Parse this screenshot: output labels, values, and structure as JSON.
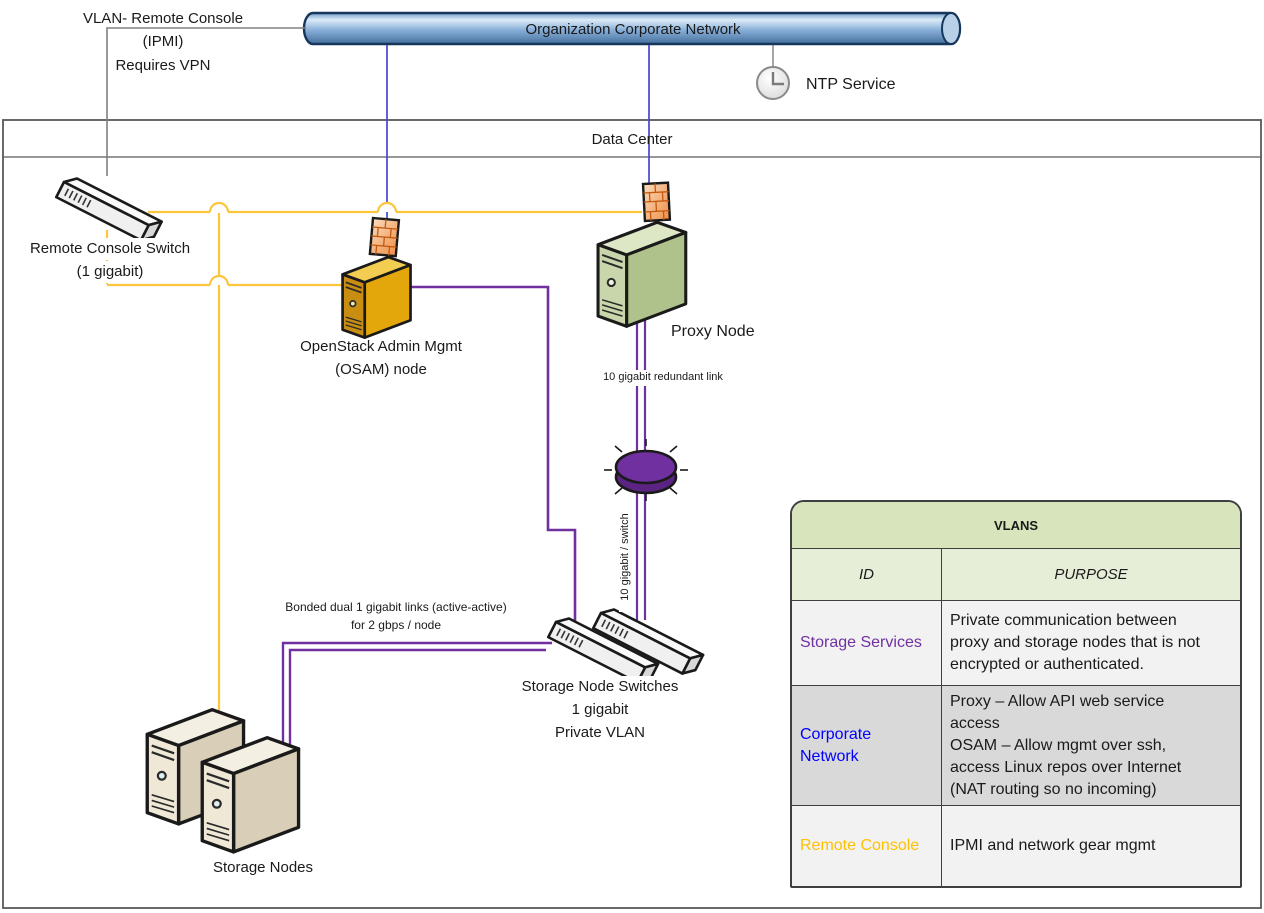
{
  "colors": {
    "yellow_link": "#FBC53C",
    "purple_link": "#7030A0",
    "blue_link": "#4646D0",
    "gray_link": "#808080",
    "diagram_border": "#595959",
    "table_border": "#3F3F3F",
    "table_header_bg": "#D7E4BC",
    "table_subheader_bg": "#E7EED8",
    "table_row_light_bg": "#F2F2F2",
    "table_row_dark_bg": "#D9D9D9",
    "cylinder_fill": "#4F81BD",
    "vlan_hub_fill": "#7030A0"
  },
  "icons": {
    "backbone": "cylinder-pipe-icon",
    "ntp": "clock-icon",
    "remote_console_switch": "network-switch-icon",
    "osam": "server-tower-icon",
    "proxy": "server-tower-icon",
    "firewall": "firewall-brick-icon",
    "storage_hub": "purple-disk-icon",
    "storage_switches": "network-switch-icon",
    "storage_nodes": "server-tower-icon"
  },
  "nodes": {
    "corporate_network": "Organization Corporate Network",
    "ntp_service": "NTP Service",
    "data_center": "Data Center",
    "remote_console_switch_line1": "Remote Console Switch",
    "remote_console_switch_line2": "(1 gigabit)",
    "osam_line1": "OpenStack Admin Mgmt",
    "osam_line2": "(OSAM) node",
    "proxy_node": "Proxy Node",
    "storage_switches_line1": "Storage Node Switches",
    "storage_switches_line2": "1 gigabit",
    "storage_switches_line3": "Private VLAN",
    "storage_nodes": "Storage Nodes"
  },
  "annotations": {
    "vlan_note_line1": "VLAN- Remote Console",
    "vlan_note_line2": "(IPMI)",
    "vlan_note_line3": "Requires VPN",
    "link_10g_redundant": "10 gigabit redundant link",
    "link_10g_per_switch": "10 gigabit / switch",
    "bonded_line1": "Bonded dual 1 gigabit links (active-active)",
    "bonded_line2": "for 2 gbps / node"
  },
  "vlans_table": {
    "title": "VLANS",
    "col_id": "ID",
    "col_purpose": "PURPOSE",
    "rows": [
      {
        "id": "Storage Services",
        "id_color": "#7030A0",
        "purpose": "Private communication between\nproxy and storage nodes that is not\nencrypted or authenticated."
      },
      {
        "id": "Corporate\nNetwork",
        "id_color": "#0000FF",
        "purpose": "Proxy – Allow API web service\naccess\nOSAM – Allow mgmt over ssh,\naccess Linux repos over Internet\n(NAT routing so no incoming)"
      },
      {
        "id": "Remote Console",
        "id_color": "#FFC000",
        "purpose": "IPMI and network gear mgmt"
      }
    ]
  }
}
